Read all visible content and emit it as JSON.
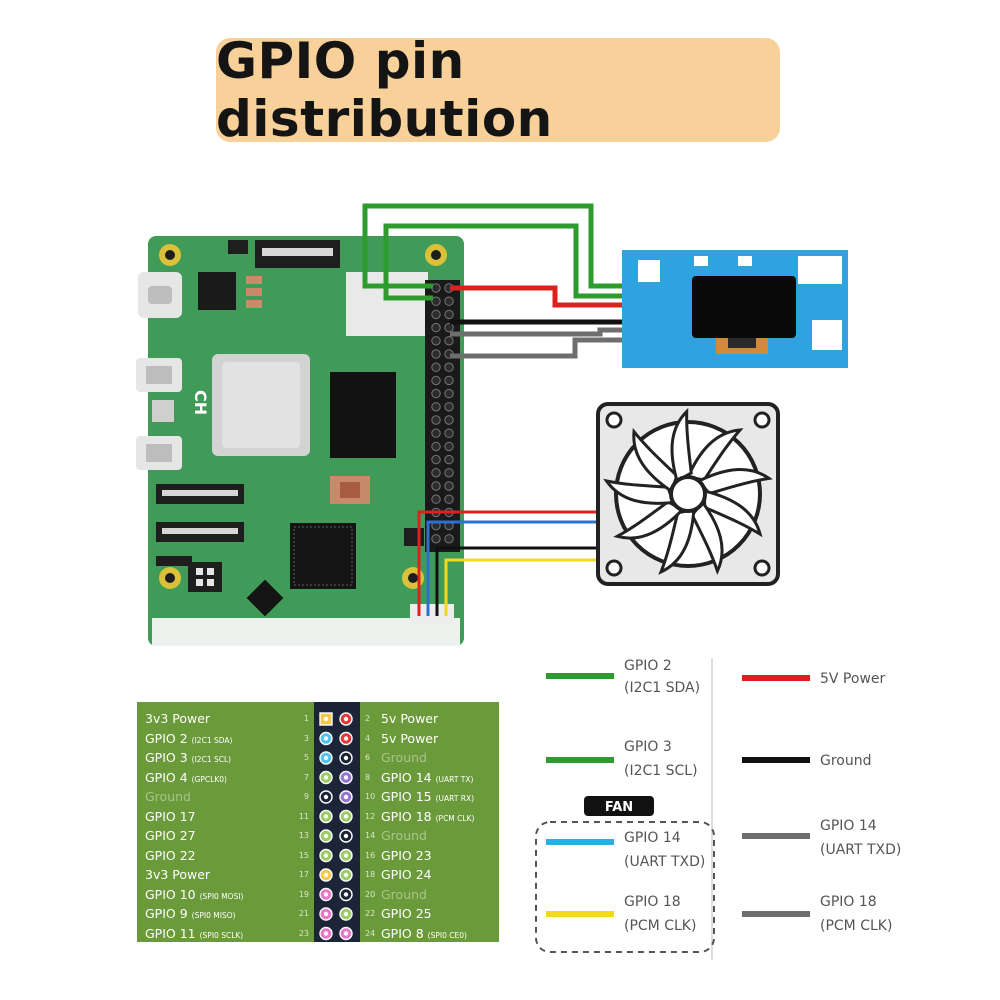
{
  "title": "GPIO pin distribution",
  "board": {
    "silk_mark": "CH"
  },
  "pin_table": {
    "rows": [
      {
        "left": "3v3 Power",
        "left_sub": "",
        "left_muted": false,
        "ln": "1",
        "rn": "2",
        "right": "5v Power",
        "right_sub": "",
        "right_muted": false,
        "lc": "#f2c94c",
        "rc": "#e53935"
      },
      {
        "left": "GPIO 2",
        "left_sub": "(I2C1 SDA)",
        "left_muted": false,
        "ln": "3",
        "rn": "4",
        "right": "5v Power",
        "right_sub": "",
        "right_muted": false,
        "lc": "#4fc3f7",
        "rc": "#e53935"
      },
      {
        "left": "GPIO 3",
        "left_sub": "(I2C1 SCL)",
        "left_muted": false,
        "ln": "5",
        "rn": "6",
        "right": "Ground",
        "right_sub": "",
        "right_muted": true,
        "lc": "#4fc3f7",
        "rc": "#111111"
      },
      {
        "left": "GPIO 4",
        "left_sub": "(GPCLK0)",
        "left_muted": false,
        "ln": "7",
        "rn": "8",
        "right": "GPIO 14",
        "right_sub": "(UART TX)",
        "right_muted": false,
        "lc": "#9ccc65",
        "rc": "#9575cd"
      },
      {
        "left": "Ground",
        "left_sub": "",
        "left_muted": true,
        "ln": "9",
        "rn": "10",
        "right": "GPIO 15",
        "right_sub": "(UART RX)",
        "right_muted": false,
        "lc": "#111111",
        "rc": "#9575cd"
      },
      {
        "left": "GPIO 17",
        "left_sub": "",
        "left_muted": false,
        "ln": "11",
        "rn": "12",
        "right": "GPIO 18",
        "right_sub": "(PCM CLK)",
        "right_muted": false,
        "lc": "#9ccc65",
        "rc": "#9ccc65"
      },
      {
        "left": "GPIO 27",
        "left_sub": "",
        "left_muted": false,
        "ln": "13",
        "rn": "14",
        "right": "Ground",
        "right_sub": "",
        "right_muted": true,
        "lc": "#9ccc65",
        "rc": "#111111"
      },
      {
        "left": "GPIO 22",
        "left_sub": "",
        "left_muted": false,
        "ln": "15",
        "rn": "16",
        "right": "GPIO 23",
        "right_sub": "",
        "right_muted": false,
        "lc": "#9ccc65",
        "rc": "#9ccc65"
      },
      {
        "left": "3v3 Power",
        "left_sub": "",
        "left_muted": false,
        "ln": "17",
        "rn": "18",
        "right": "GPIO 24",
        "right_sub": "",
        "right_muted": false,
        "lc": "#f2c94c",
        "rc": "#9ccc65"
      },
      {
        "left": "GPIO 10",
        "left_sub": "(SPI0 MOSI)",
        "left_muted": false,
        "ln": "19",
        "rn": "20",
        "right": "Ground",
        "right_sub": "",
        "right_muted": true,
        "lc": "#e879c9",
        "rc": "#111111"
      },
      {
        "left": "GPIO 9",
        "left_sub": "(SPI0 MISO)",
        "left_muted": false,
        "ln": "21",
        "rn": "22",
        "right": "GPIO 25",
        "right_sub": "",
        "right_muted": false,
        "lc": "#e879c9",
        "rc": "#9ccc65"
      },
      {
        "left": "GPIO 11",
        "left_sub": "(SPI0 SCLK)",
        "left_muted": false,
        "ln": "23",
        "rn": "24",
        "right": "GPIO 8",
        "right_sub": "(SPI0 CE0)",
        "right_muted": false,
        "lc": "#e879c9",
        "rc": "#e879c9"
      }
    ]
  },
  "legend": {
    "fan_label": "FAN",
    "items": [
      {
        "id": "gpio2",
        "line1": "GPIO 2",
        "line2": "(I2C1 SDA)",
        "color": "#2e9b2e"
      },
      {
        "id": "power",
        "line1": "5V Power",
        "line2": "",
        "color": "#e02020"
      },
      {
        "id": "gpio3",
        "line1": "GPIO 3",
        "line2": "(I2C1 SCL)",
        "color": "#2e9b2e"
      },
      {
        "id": "ground",
        "line1": "Ground",
        "line2": "",
        "color": "#111111"
      },
      {
        "id": "fan14",
        "line1": "GPIO 14",
        "line2": "(UART TXD)",
        "color": "#29aee6"
      },
      {
        "id": "gpio14",
        "line1": "GPIO 14",
        "line2": "(UART TXD)",
        "color": "#6e6e6e"
      },
      {
        "id": "fan18",
        "line1": "GPIO 18",
        "line2": "(PCM CLK)",
        "color": "#f4d81c"
      },
      {
        "id": "gpio18",
        "line1": "GPIO 18",
        "line2": "(PCM CLK)",
        "color": "#6e6e6e"
      }
    ]
  },
  "colors": {
    "board": "#3f9b57",
    "title_bg": "#f7d09a",
    "pin_table_bg": "#6b9a3a",
    "display_module": "#2ea3e0"
  }
}
